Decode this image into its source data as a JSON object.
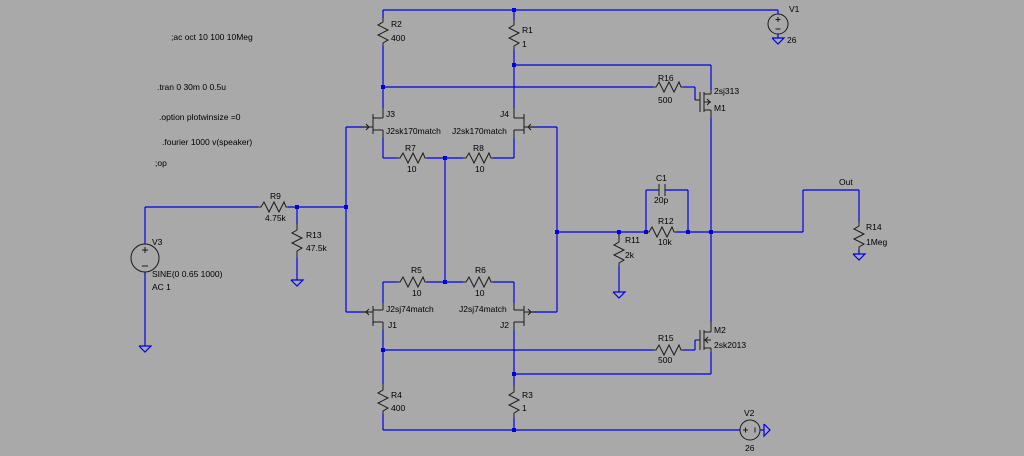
{
  "directives": [
    ";ac oct 10 100 10Meg",
    ".tran 0 30m 0 0.5u",
    ".option plotwinsize =0",
    ".fourier 1000 v(speaker)",
    ";op"
  ],
  "components": {
    "R1": {
      "name": "R1",
      "value": "1"
    },
    "R2": {
      "name": "R2",
      "value": "400"
    },
    "R3": {
      "name": "R3",
      "value": "1"
    },
    "R4": {
      "name": "R4",
      "value": "400"
    },
    "R5": {
      "name": "R5",
      "value": "10"
    },
    "R6": {
      "name": "R6",
      "value": "10"
    },
    "R7": {
      "name": "R7",
      "value": "10"
    },
    "R8": {
      "name": "R8",
      "value": "10"
    },
    "R9": {
      "name": "R9",
      "value": "4.75k"
    },
    "R11": {
      "name": "R11",
      "value": "2k"
    },
    "R12": {
      "name": "R12",
      "value": "10k"
    },
    "R13": {
      "name": "R13",
      "value": "47.5k"
    },
    "R14": {
      "name": "R14",
      "value": "1Meg"
    },
    "R15": {
      "name": "R15",
      "value": "500"
    },
    "R16": {
      "name": "R16",
      "value": "500"
    },
    "C1": {
      "name": "C1",
      "value": "20p"
    },
    "V1": {
      "name": "V1",
      "value": "26"
    },
    "V2": {
      "name": "V2",
      "value": "26"
    },
    "V3": {
      "name": "V3",
      "value": "SINE(0 0.65 1000)",
      "value2": "AC 1"
    },
    "J1": {
      "name": "J1",
      "value": "J2sj74match"
    },
    "J2": {
      "name": "J2",
      "value": "J2sj74match"
    },
    "J3": {
      "name": "J3",
      "value": "J2sk170match"
    },
    "J4": {
      "name": "J4",
      "value": "J2sk170match"
    },
    "M1": {
      "name": "M1",
      "value": "2sj313"
    },
    "M2": {
      "name": "M2",
      "value": "2sk2013"
    }
  },
  "net_labels": {
    "out": "Out"
  },
  "colors": {
    "background": "#a9a9a9",
    "wire": "#0000e6",
    "component": "#1a1a1a"
  }
}
